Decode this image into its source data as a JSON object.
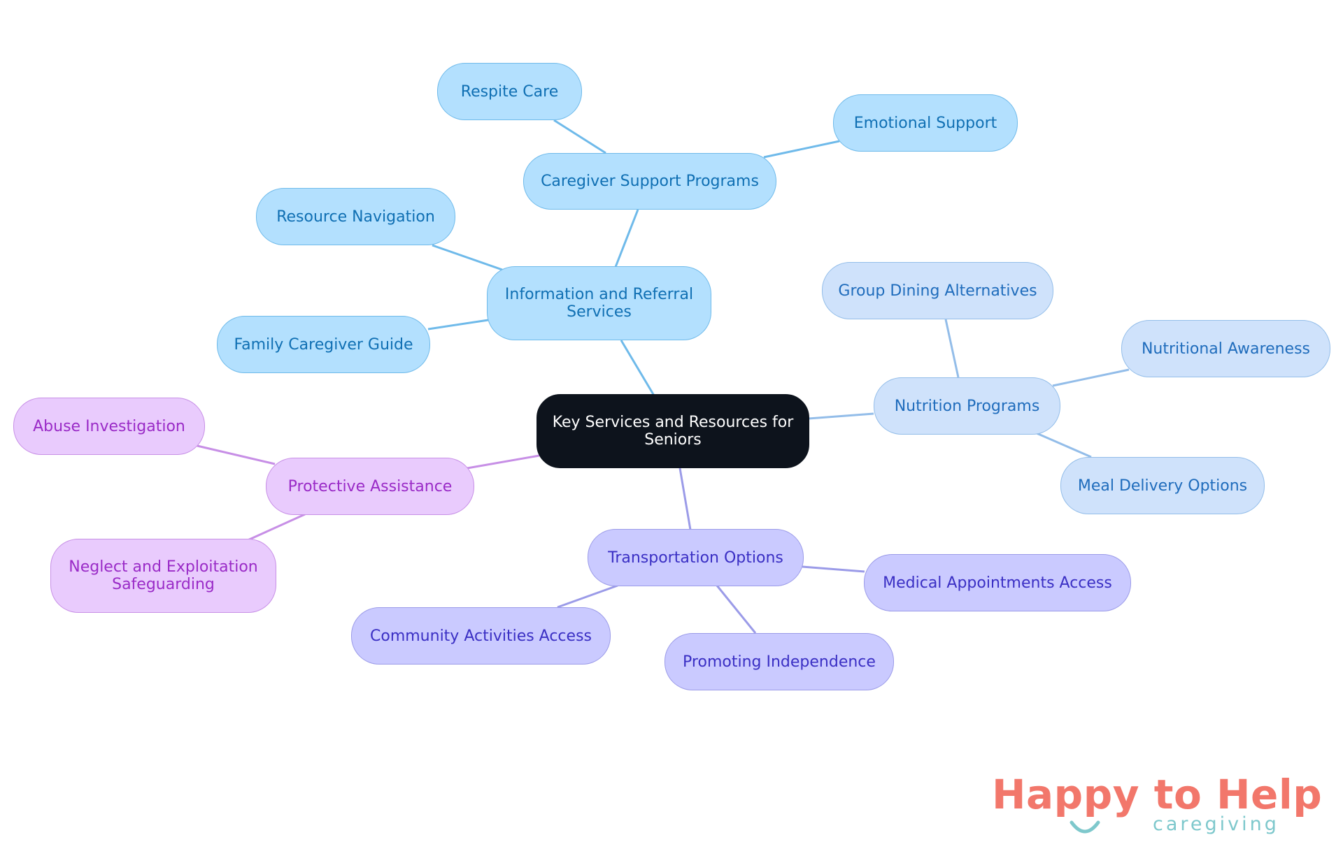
{
  "diagram": {
    "center": "Key Services and Resources for Seniors",
    "branches": {
      "info_referral": {
        "label": "Information and Referral Services",
        "children": {
          "caregiver_support": {
            "label": "Caregiver Support Programs",
            "children": [
              "Respite Care",
              "Emotional Support"
            ]
          },
          "resource_navigation": "Resource Navigation",
          "family_caregiver_guide": "Family Caregiver Guide"
        }
      },
      "nutrition": {
        "label": "Nutrition Programs",
        "children": [
          "Group Dining Alternatives",
          "Nutritional Awareness",
          "Meal Delivery Options"
        ]
      },
      "transportation": {
        "label": "Transportation Options",
        "children": [
          "Medical Appointments Access",
          "Promoting Independence",
          "Community Activities Access"
        ]
      },
      "protective": {
        "label": "Protective Assistance",
        "children": [
          "Abuse Investigation",
          "Neglect and Exploitation Safeguarding"
        ]
      }
    }
  },
  "colors": {
    "info": "#b3e0fe",
    "nutrition": "#cfe2fb",
    "transportation": "#cacaff",
    "protective": "#e9cbfd",
    "center": "#0d131c"
  },
  "logo": {
    "title": "Happy to Help",
    "subtitle": "caregiving"
  }
}
